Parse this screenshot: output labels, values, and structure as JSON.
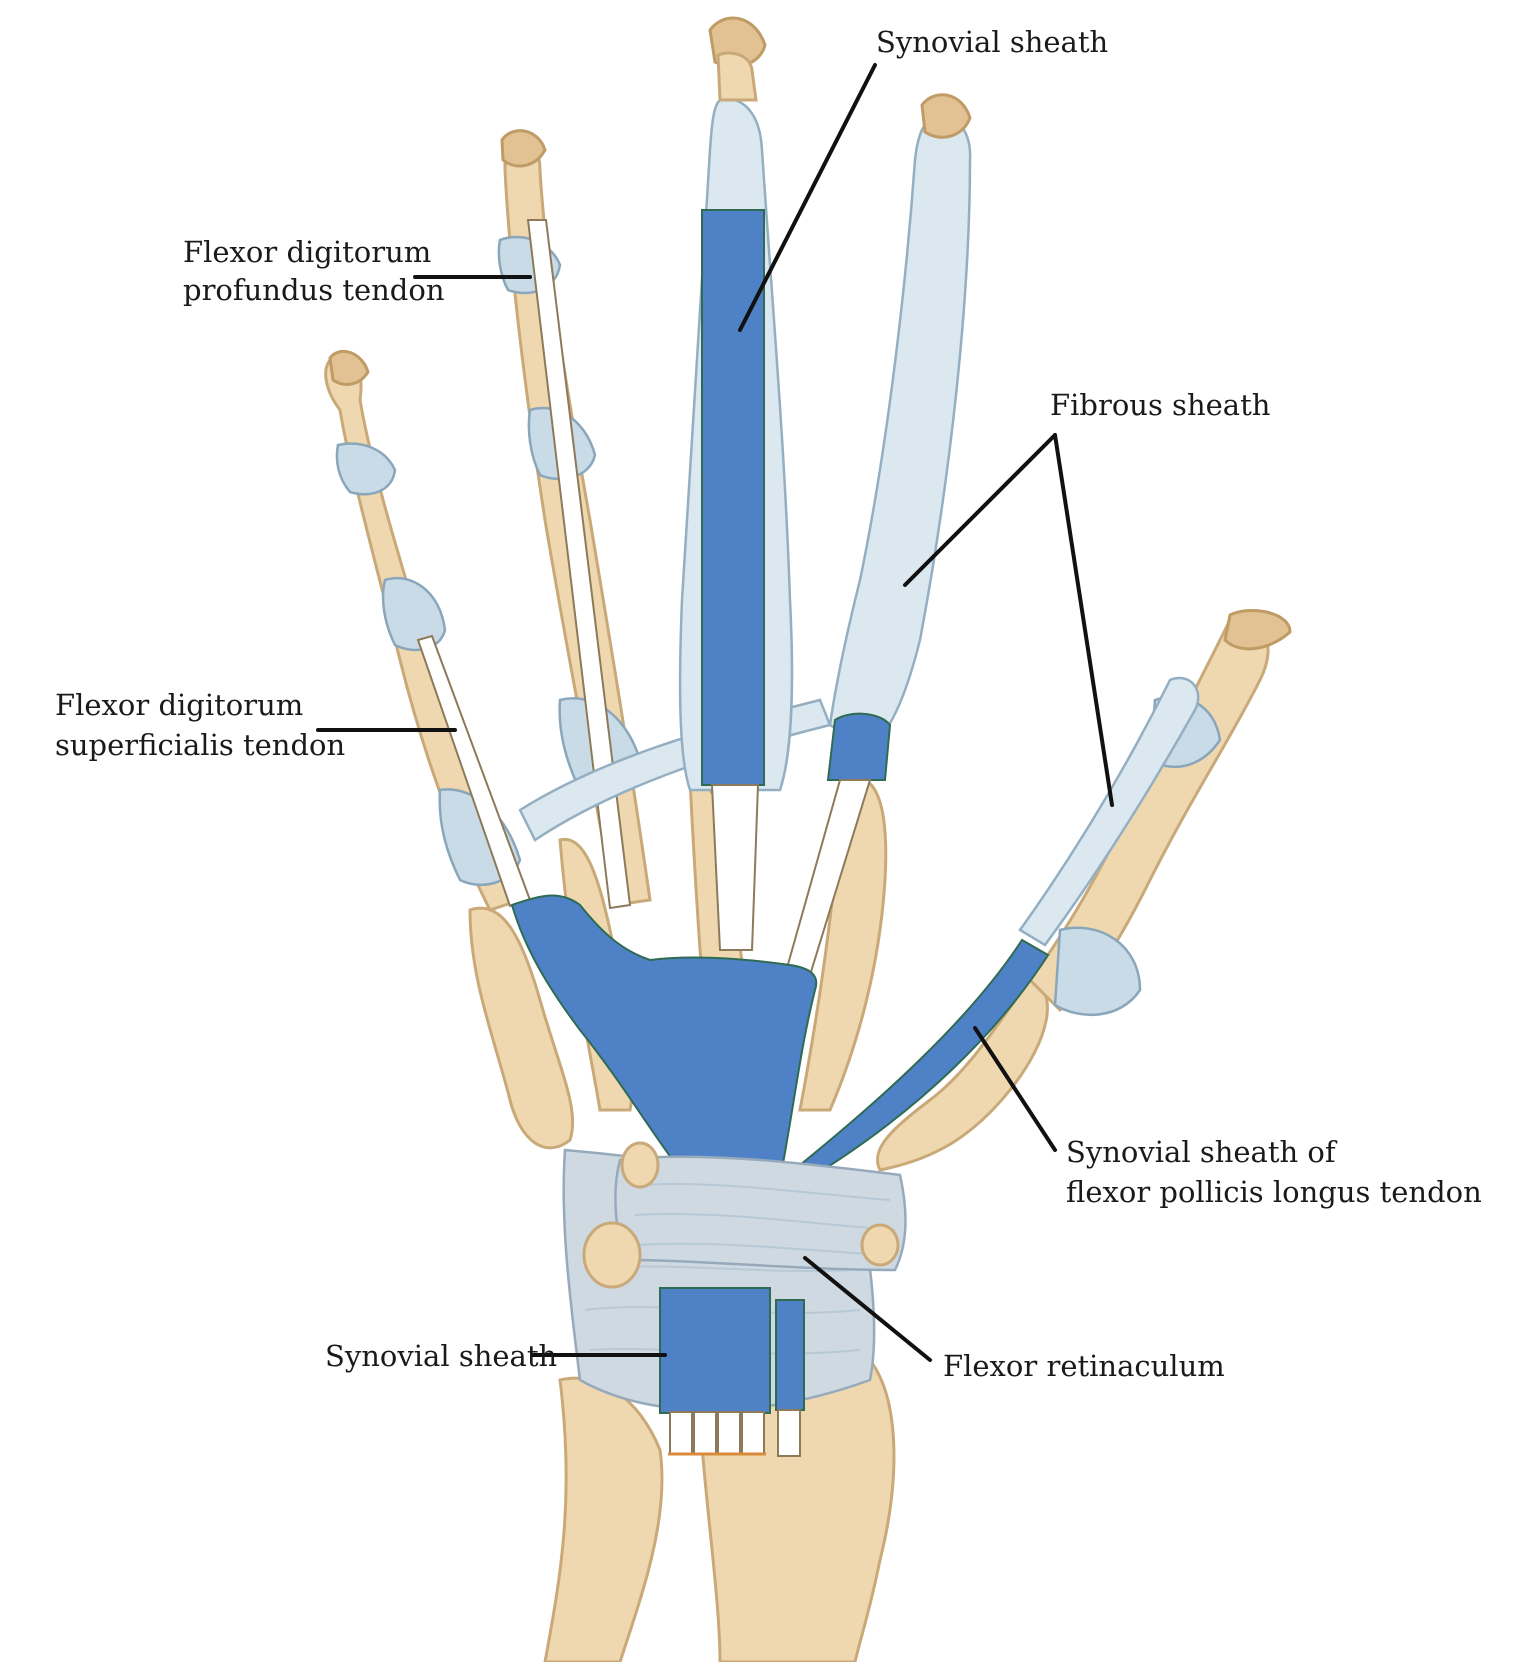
{
  "labels": {
    "synovial_sheath_top": "Synovial sheath",
    "fdp_line1": "Flexor digitorum",
    "fdp_line2": "profundus tendon",
    "fibrous_sheath": "Fibrous sheath",
    "fds_line1": "Flexor digitorum",
    "fds_line2": "superficialis tendon",
    "fpl_line1": "Synovial sheath of",
    "fpl_line2": "flexor pollicis longus tendon",
    "synovial_sheath_wrist": "Synovial sheath",
    "flexor_retinaculum": "Flexor retinaculum"
  },
  "colors": {
    "synovial_sheath": "#4f81c7",
    "fibrous_sheath": "#c9dbe6",
    "bone": "#efd8b0",
    "tendon": "#ffffff",
    "leader_line": "#111111"
  }
}
